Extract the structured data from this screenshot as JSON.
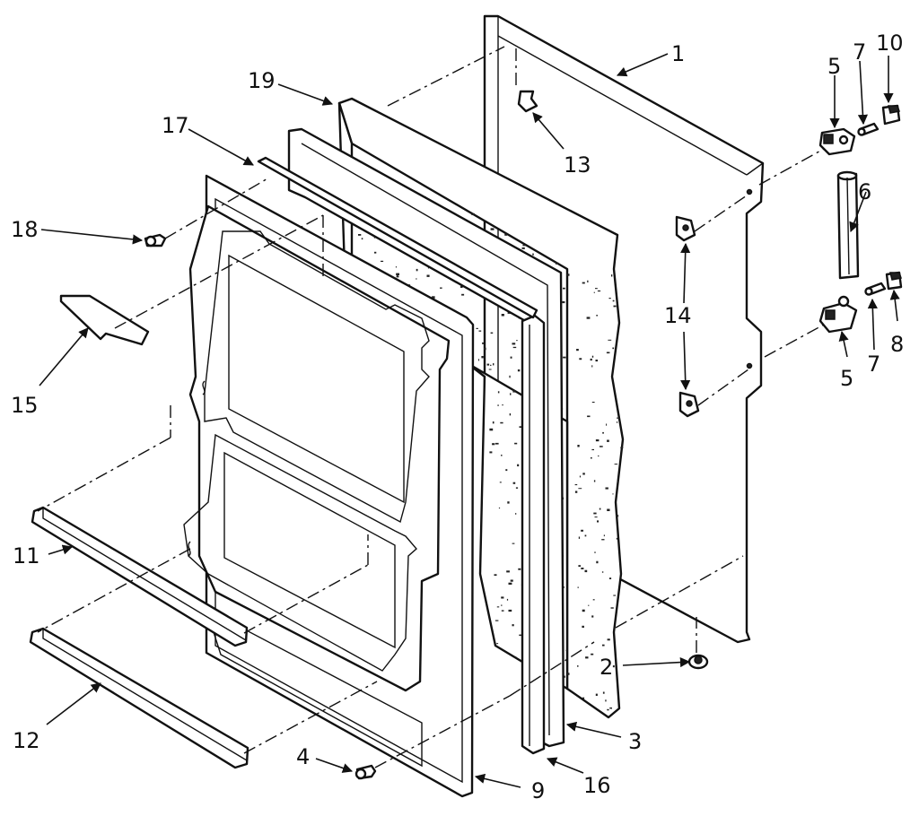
{
  "callouts": {
    "c1": "1",
    "c2": "2",
    "c3": "3",
    "c4": "4",
    "c5a": "5",
    "c5b": "5",
    "c6": "6",
    "c7a": "7",
    "c7b": "7",
    "c8": "8",
    "c9": "9",
    "c10": "10",
    "c11": "11",
    "c12": "12",
    "c13": "13",
    "c14": "14",
    "c15": "15",
    "c16": "16",
    "c17": "17",
    "c18": "18",
    "c19": "19"
  }
}
